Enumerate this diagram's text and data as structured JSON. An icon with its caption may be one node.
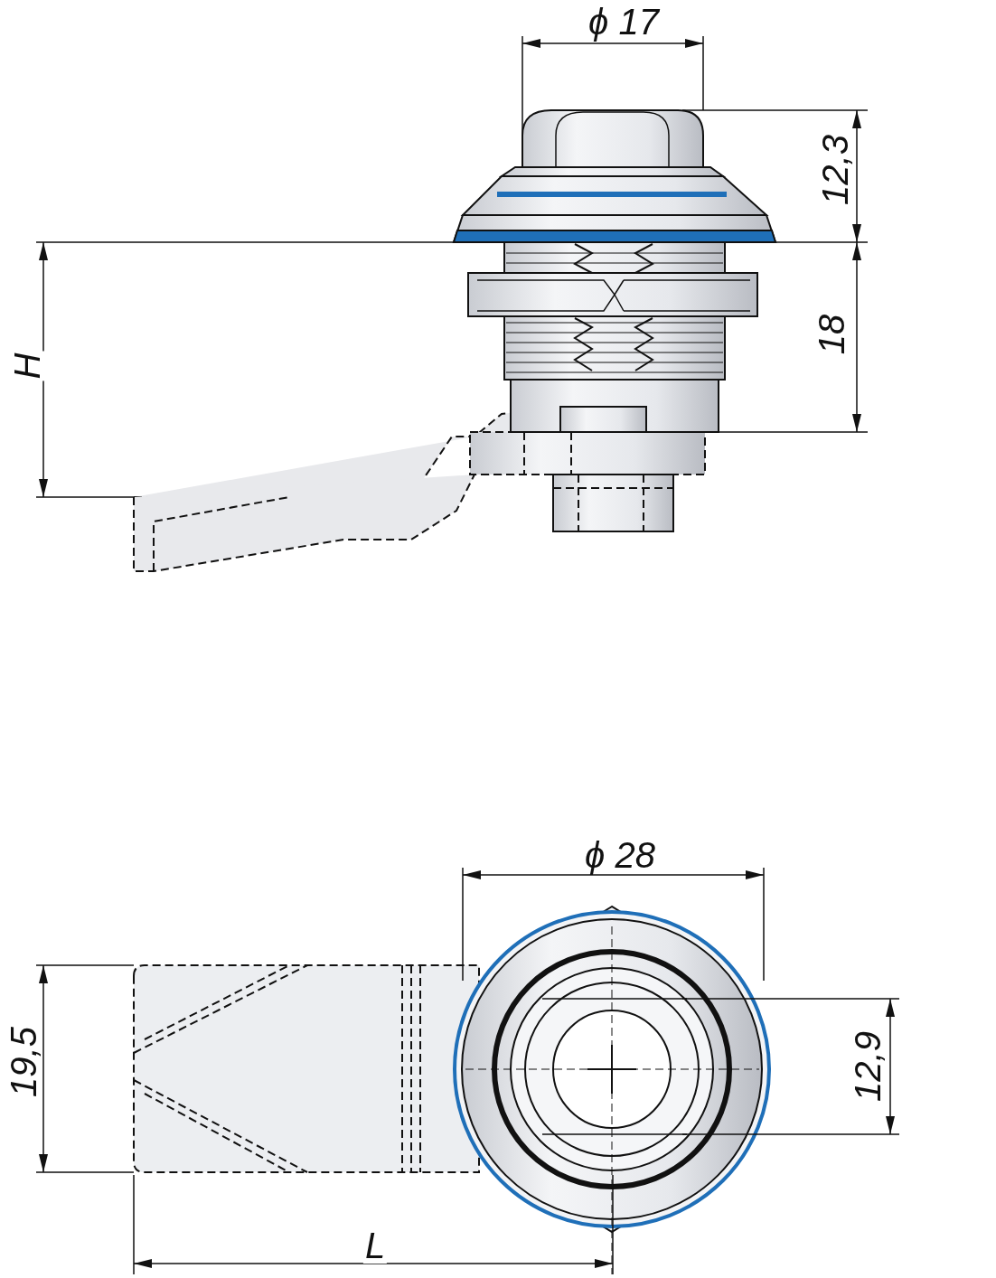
{
  "diagram": {
    "labels": [
      "ϕ 17",
      "12,3",
      "H",
      "18",
      "ϕ 28",
      "19,5",
      "12,9",
      "L"
    ]
  }
}
